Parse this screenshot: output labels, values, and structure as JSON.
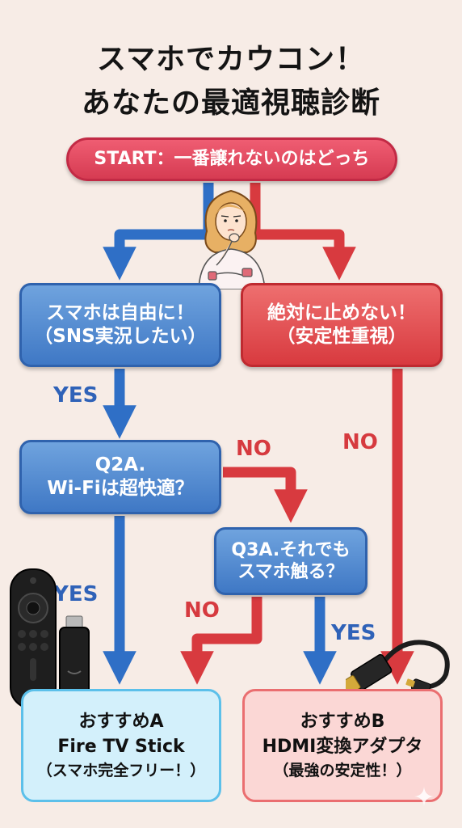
{
  "title": {
    "line1": "スマホでカウコン！",
    "line2": "あなたの最適視聴診断"
  },
  "nodes": {
    "start": "START：一番譲れないのはどっち",
    "q_freedom": {
      "line1": "スマホは自由に！",
      "line2": "（SNS実況したい）"
    },
    "q_nonstop": {
      "line1": "絶対に止めない！",
      "line2": "（安定性重視）"
    },
    "q2a": {
      "line1": "Q2A.",
      "line2": "Wi-Fiは超快適？"
    },
    "q3a": {
      "line1": "Q3A.それでも",
      "line2": "スマホ触る？"
    },
    "result_a": {
      "line1": "おすすめA",
      "line2": "Fire TV Stick",
      "line3": "（スマホ完全フリー！）"
    },
    "result_b": {
      "line1": "おすすめB",
      "line2": "HDMI変換アダプタ",
      "line3": "（最強の安定性！）"
    }
  },
  "labels": {
    "yes1": "YES",
    "no_q2a": "NO",
    "no_right": "NO",
    "yes2": "YES",
    "no_q3a": "NO",
    "yes3": "YES"
  },
  "colors": {
    "blue": "#3f78c5",
    "red": "#d83a3f",
    "start": "#e24a62",
    "result_a_bg": "#d3f0fb",
    "result_b_bg": "#fbd7d5",
    "background": "#f7ece6"
  },
  "icons": {
    "person": "thinking-woman-icon",
    "remote": "fire-tv-remote-icon",
    "stick": "fire-tv-stick-icon",
    "cable": "hdmi-adapter-icon"
  }
}
